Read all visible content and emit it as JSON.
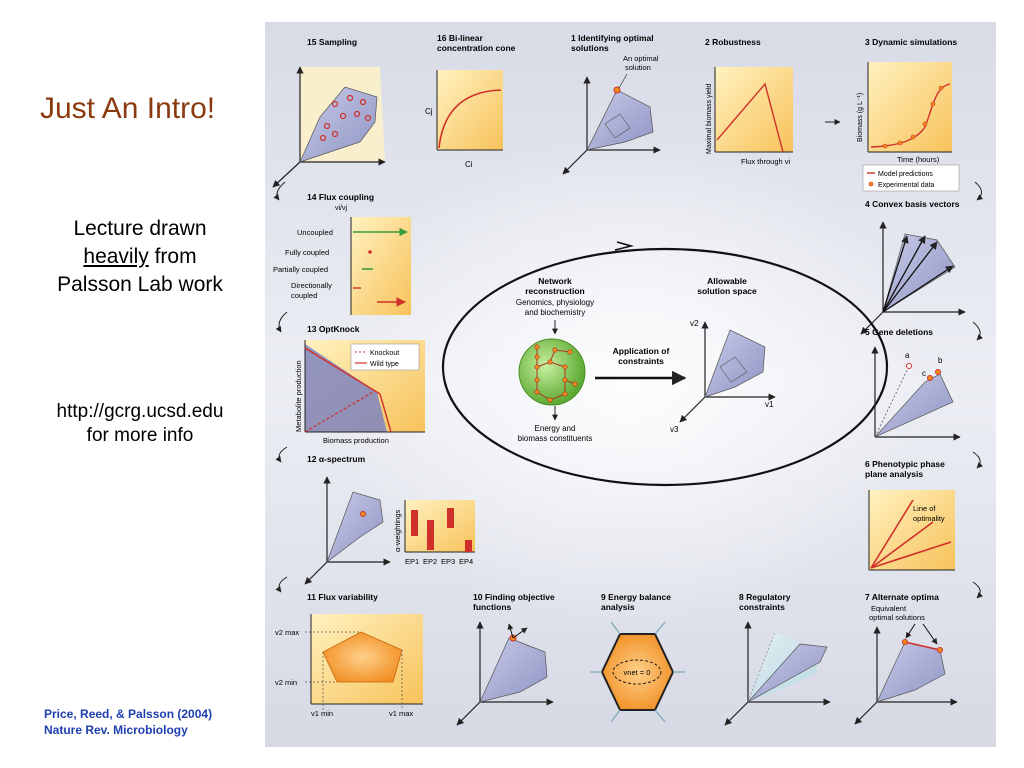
{
  "slide": {
    "title": "Just An Intro!",
    "lecture_line1": "Lecture drawn",
    "lecture_line2_ul": "heavily",
    "lecture_line2_rest": " from",
    "lecture_line3": "Palsson Lab work",
    "url_line1": "http://gcrg.ucsd.edu",
    "url_line2": "for more info",
    "citation_line1": "Price, Reed, & Palsson (2004)",
    "citation_line2": "Nature Rev. Microbiology"
  },
  "figure": {
    "p15": "15 Sampling",
    "p16_l1": "16 Bi-linear",
    "p16_l2": "concentration cone",
    "p16_y": "Cj",
    "p16_x": "Ci",
    "p1_l1": "1 Identifying optimal",
    "p1_l2": "solutions",
    "p1_note1": "An optimal",
    "p1_note2": "solution",
    "p2": "2 Robustness",
    "p2_y": "Maximal biomass yield",
    "p2_x": "Flux through vi",
    "p3": "3 Dynamic simulations",
    "p3_y": "Biomass (g L⁻¹)",
    "p3_x": "Time (hours)",
    "p3_leg1": "Model predictions",
    "p3_leg2": "Experimental data",
    "p14": "14 Flux coupling",
    "p14_axis": "vi/vj",
    "p14_r1": "Uncoupled",
    "p14_r2": "Fully coupled",
    "p14_r3": "Partially coupled",
    "p14_r4a": "Directionally",
    "p14_r4b": "coupled",
    "p4": "4 Convex basis vectors",
    "c_net1": "Network",
    "c_net2": "reconstruction",
    "c_gen1": "Genomics, physiology",
    "c_gen2": "and biochemistry",
    "c_ene1": "Energy and",
    "c_ene2": "biomass constituents",
    "c_app1": "Application of",
    "c_app2": "constraints",
    "c_all1": "Allowable",
    "c_all2": "solution space",
    "c_v2": "v2",
    "c_v1": "v1",
    "c_v3": "v3",
    "p13": "13 OptKnock",
    "p13_y": "Metabolite production",
    "p13_x": "Biomass production",
    "p13_leg1": "Knockout",
    "p13_leg2": "Wild type",
    "p5": "5 Gene deletions",
    "p5_a": "a",
    "p5_b": "b",
    "p5_c": "c",
    "p12": "12 α-spectrum",
    "p12_y": "α-weightings",
    "p12_x1": "EP1",
    "p12_x2": "EP2",
    "p12_x3": "EP3",
    "p12_x4": "EP4",
    "p6_l1": "6 Phenotypic phase",
    "p6_l2": "plane analysis",
    "p6_note1": "Line of",
    "p6_note2": "optimality",
    "p11": "11 Flux variability",
    "p11_v2max": "v2 max",
    "p11_v2min": "v2 min",
    "p11_v1min": "v1 min",
    "p11_v1max": "v1 max",
    "p10_l1": "10 Finding objective",
    "p10_l2": "functions",
    "p9_l1": "9 Energy balance",
    "p9_l2": "analysis",
    "p9_vnet": "vnet = 0",
    "p8_l1": "8 Regulatory",
    "p8_l2": "constraints",
    "p7": "7 Alternate optima",
    "p7_n1": "Equivalent",
    "p7_n2": "optimal solutions"
  }
}
